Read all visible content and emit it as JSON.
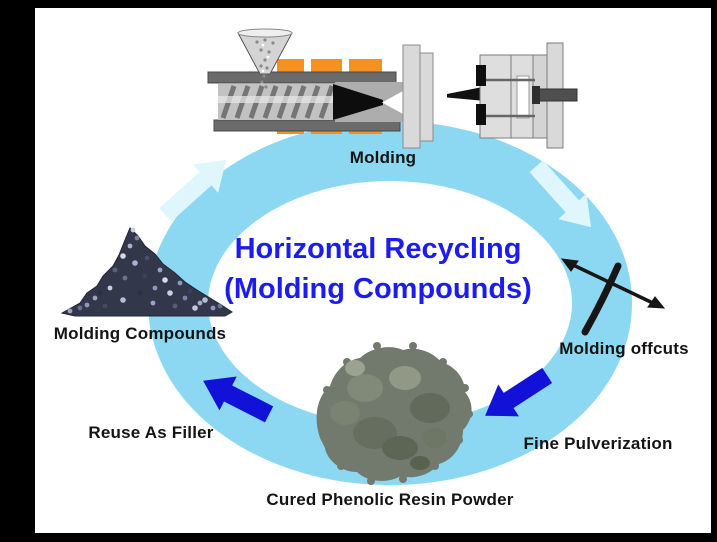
{
  "title": {
    "line1": "Horizontal Recycling",
    "line2": "(Molding Compounds)"
  },
  "labels": {
    "molding": "Molding",
    "molding_offcuts": "Molding offcuts",
    "fine_pulverization": "Fine Pulverization",
    "cured_phenolic": "Cured Phenolic Resin Powder",
    "reuse_as_filler": "Reuse As Filler",
    "molding_compounds": "Molding Compounds"
  },
  "colors": {
    "frame_black": "#000000",
    "slide_white": "#ffffff",
    "ring_blue": "#8CD8F2",
    "pale_arrow": "#DFF6FD",
    "dark_arrow": "#1111D8",
    "title_blue": "#1C1CEE",
    "label_black": "#141414",
    "heater_orange": "#F59120"
  }
}
